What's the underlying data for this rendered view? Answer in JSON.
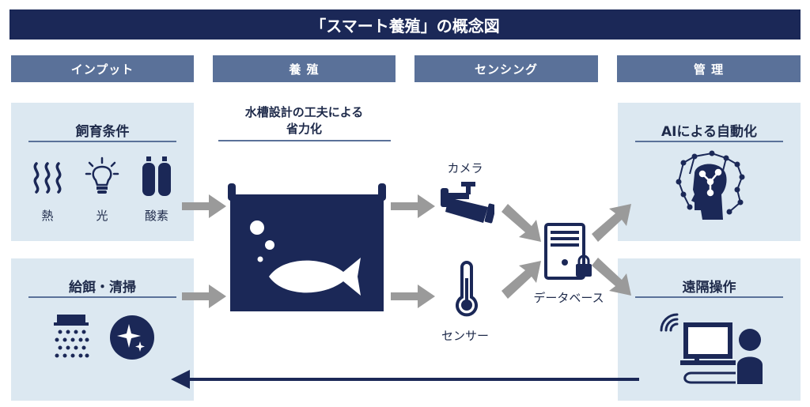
{
  "title": "「スマート養殖」の概念図",
  "sections": {
    "input": "インプット",
    "culture": "養 殖",
    "sensing": "センシング",
    "management": "管 理"
  },
  "input_panel_top": {
    "title": "飼育条件",
    "items": [
      "熱",
      "光",
      "酸素"
    ]
  },
  "input_panel_bottom": {
    "title": "給餌・清掃"
  },
  "culture": {
    "caption_line1": "水槽設計の工夫による",
    "caption_line2": "省力化"
  },
  "sensing": {
    "camera": "カメラ",
    "sensor": "センサー",
    "database": "データベース"
  },
  "management_top": {
    "title": "AIによる自動化"
  },
  "management_bottom": {
    "title": "遠隔操作"
  },
  "colors": {
    "navy": "#1b2857",
    "section_blue": "#5a7199",
    "panel_bg": "#dce8f1",
    "arrow_gray": "#9a9a9a"
  },
  "icons": [
    "heat-icon",
    "lightbulb-icon",
    "oxygen-tank-icon",
    "shower-icon",
    "sparkle-icon",
    "fish-tank-icon",
    "camera-icon",
    "thermometer-icon",
    "server-lock-icon",
    "ai-head-icon",
    "remote-operator-icon"
  ]
}
